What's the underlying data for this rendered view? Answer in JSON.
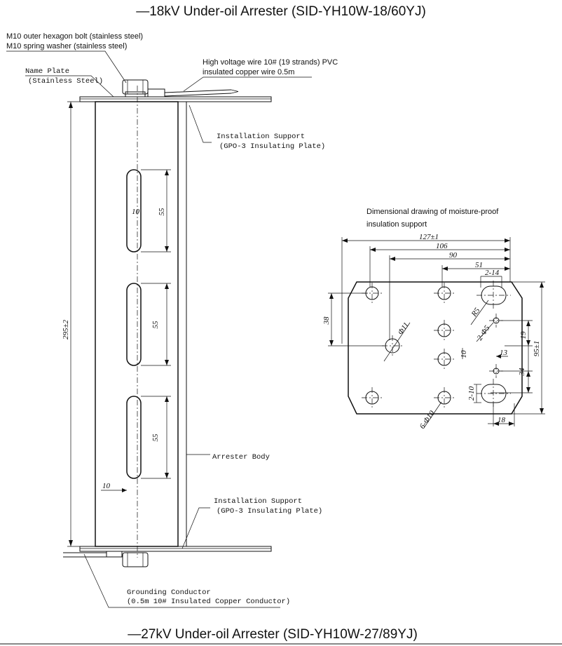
{
  "titles": {
    "top": "—18kV Under-oil Arrester (SID-YH10W-18/60YJ)",
    "bottom": "—27kV Under-oil Arrester (SID-YH10W-27/89YJ)"
  },
  "callouts": {
    "bolt_line1": "M10 outer hexagon bolt (stainless steel)",
    "bolt_line2": "M10 spring washer (stainless steel)",
    "nameplate_line1": "Name Plate",
    "nameplate_line2": "(Stainless Steel)",
    "hv_wire_line1": "High voltage wire 10# (19 strands) PVC",
    "hv_wire_line2": "insulated copper wire 0.5m",
    "support_top_line1": "Installation Support",
    "support_top_line2": "(GPO-3 Insulating Plate)",
    "arrester_body": "Arrester Body",
    "support_bottom_line1": "Installation Support",
    "support_bottom_line2": "(GPO-3 Insulating Plate)",
    "ground_line1": "Grounding Conductor",
    "ground_line2": "(0.5m 10# Insulated Copper Conductor)"
  },
  "side_view_dims": {
    "height": "295±2",
    "slot_width": "10",
    "slot_length": "55",
    "bottom_offset": "10"
  },
  "plate_drawing": {
    "title_line1": "Dimensional drawing of moisture-proof",
    "title_line2": "insulation support",
    "dims": {
      "overall_width": "127±1",
      "w106": "106",
      "w90": "90",
      "w51": "51",
      "slot_2_14": "2-14",
      "left_38": "38",
      "hole_d11": "Φ11",
      "r5": "R5",
      "holes_2_d5": "2-Φ5",
      "v19": "19",
      "overall_height": "95±1",
      "v10": "10",
      "h13": "13",
      "v34": "34",
      "slot_2_10": "2-10",
      "holes_6_d10": "6-Φ10",
      "h18": "18"
    }
  }
}
